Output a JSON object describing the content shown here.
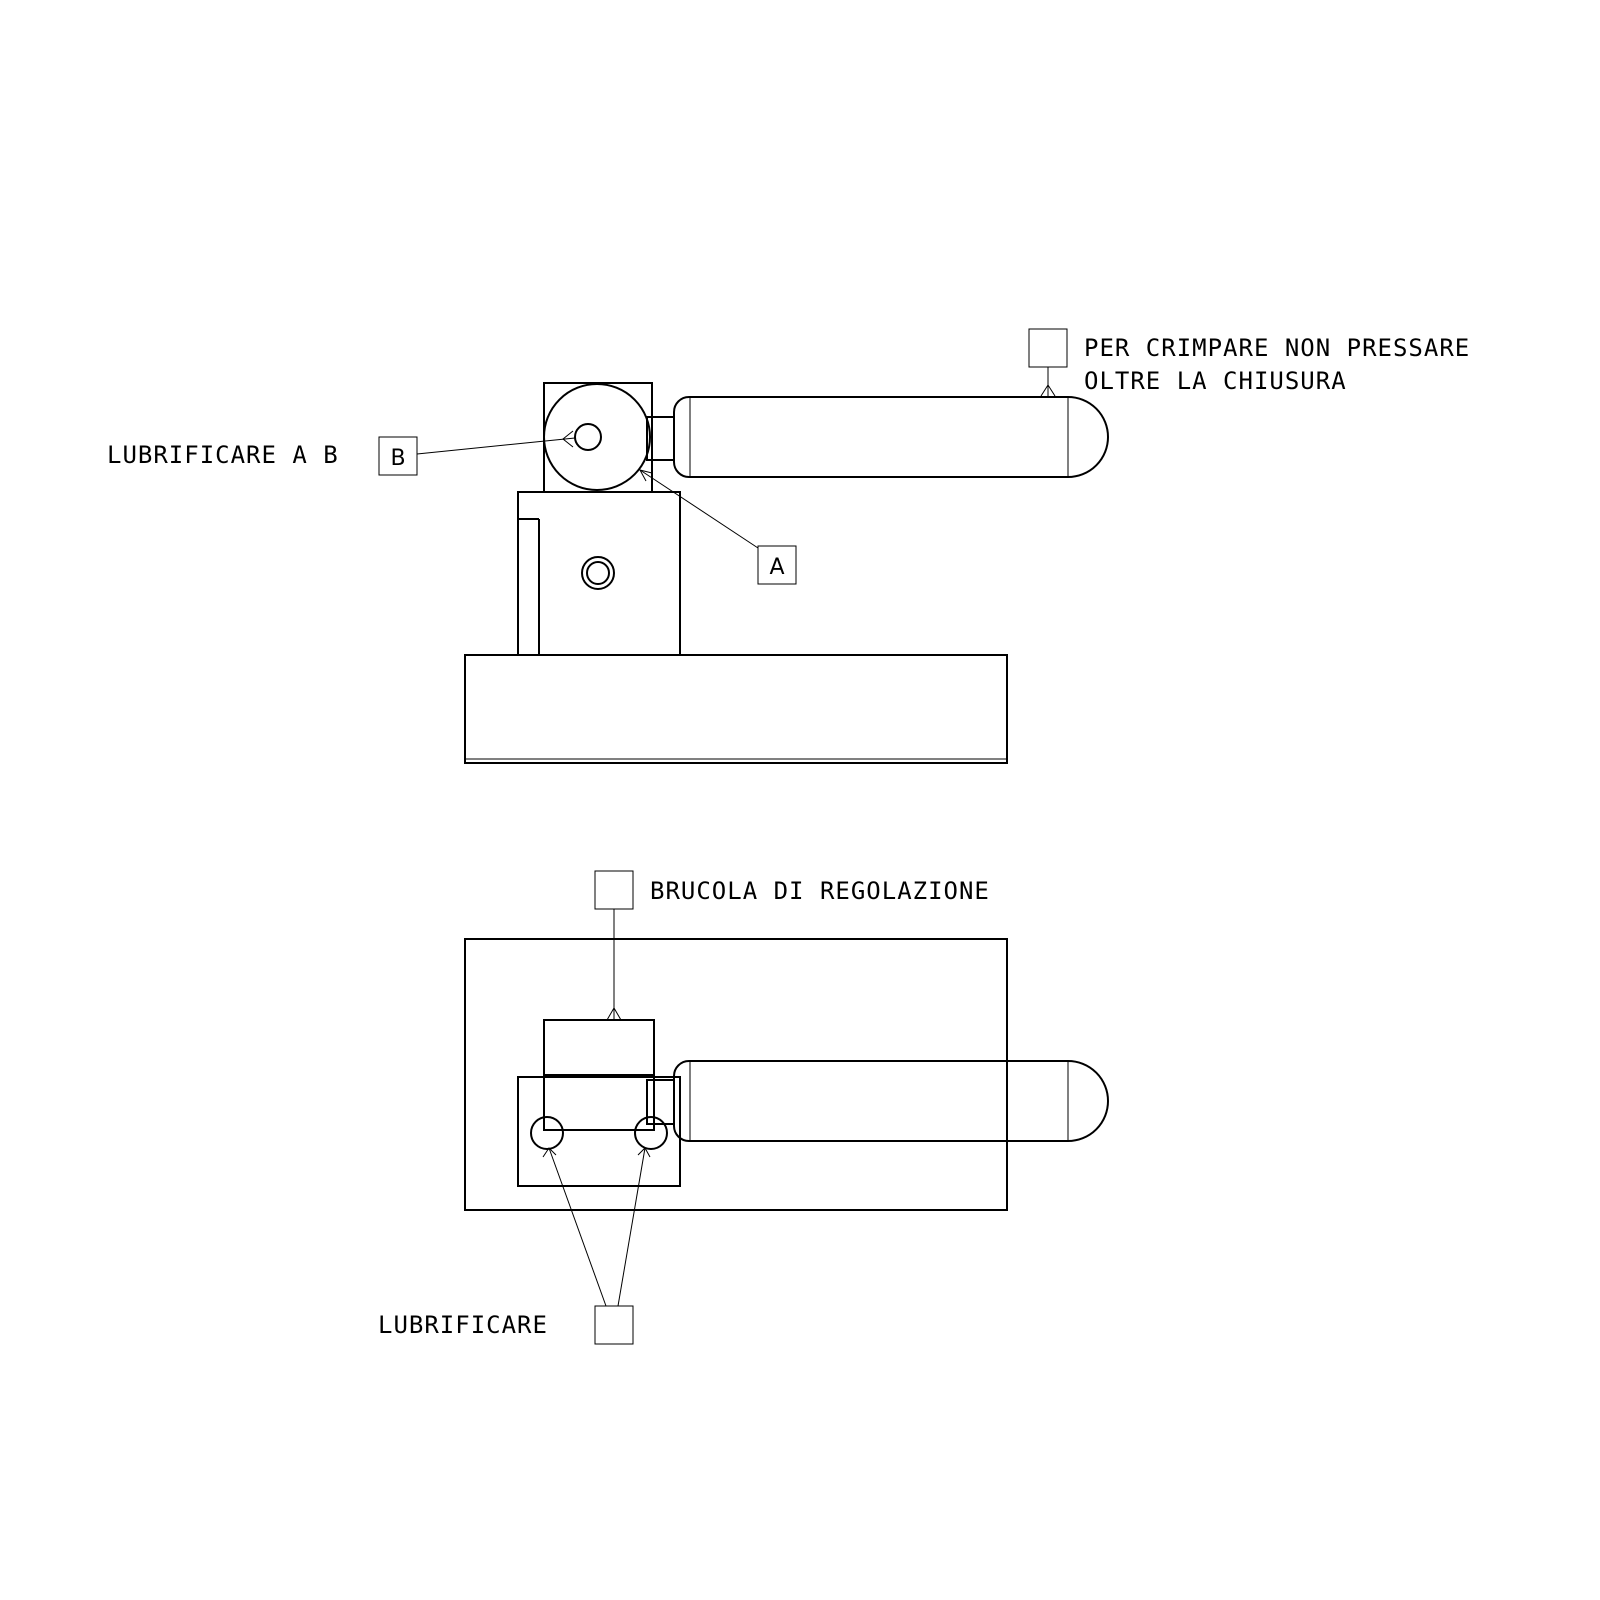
{
  "notes": {
    "lubricate_ab": "LUBRIFICARE A B",
    "crimp_line1": "PER CRIMPARE NON PRESSARE",
    "crimp_line2": "OLTRE LA CHIUSURA",
    "adjust_pin": "BRUCOLA DI REGOLAZIONE",
    "lubricate": "LUBRIFICARE"
  },
  "tags": {
    "a": "A",
    "b": "B"
  },
  "colors": {
    "stroke": "#000000",
    "background": "#ffffff"
  }
}
